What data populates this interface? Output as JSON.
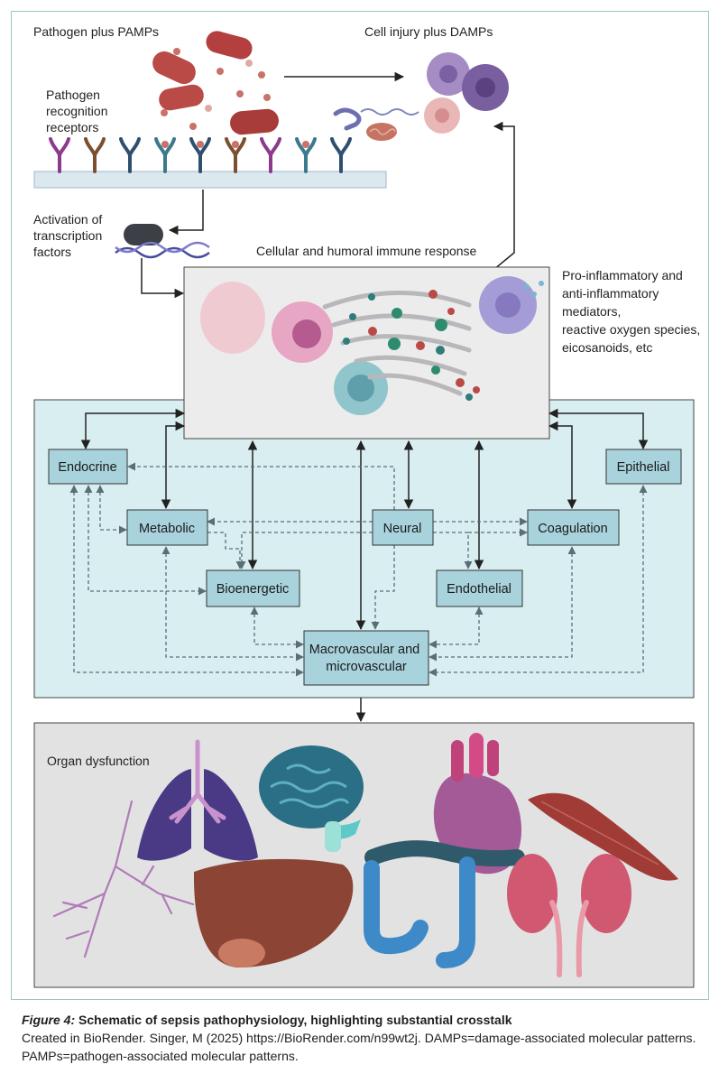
{
  "labels": {
    "pathogen_pamps": "Pathogen plus PAMPs",
    "cell_injury": "Cell injury plus DAMPs",
    "prr": [
      "Pathogen",
      "recognition",
      "receptors"
    ],
    "activation": [
      "Activation of",
      "transcription",
      "factors"
    ],
    "immune_response": "Cellular and humoral immune response",
    "mediators": [
      "Pro-inflammatory and",
      "anti-inflammatory",
      "mediators,",
      "reactive oxygen species,",
      "eicosanoids, etc"
    ],
    "organ_dysfunction": "Organ dysfunction"
  },
  "systems": {
    "endocrine": "Endocrine",
    "epithelial": "Epithelial",
    "metabolic": "Metabolic",
    "neural": "Neural",
    "coagulation": "Coagulation",
    "bioenergetic": "Bioenergetic",
    "endothelial": "Endothelial",
    "vascular": [
      "Macrovascular and",
      "microvascular"
    ]
  },
  "caption": {
    "figure_label": "Figure 4:",
    "title": "Schematic of sepsis pathophysiology, highlighting substantial crosstalk",
    "body": "Created in BioRender. Singer, M (2025) https://BioRender.com/n99wt2j. DAMPs=damage-associated molecular patterns. PAMPs=pathogen-associated molecular patterns."
  },
  "colors": {
    "frame": "#9cc5c6",
    "systems_panel": "#d9eef0",
    "system_box": "#a8d3dd",
    "immune_panel": "#ececec",
    "organ_panel": "#e2e2e2",
    "arrow": "#222222",
    "dashed_arrow": "#5a6e78"
  }
}
